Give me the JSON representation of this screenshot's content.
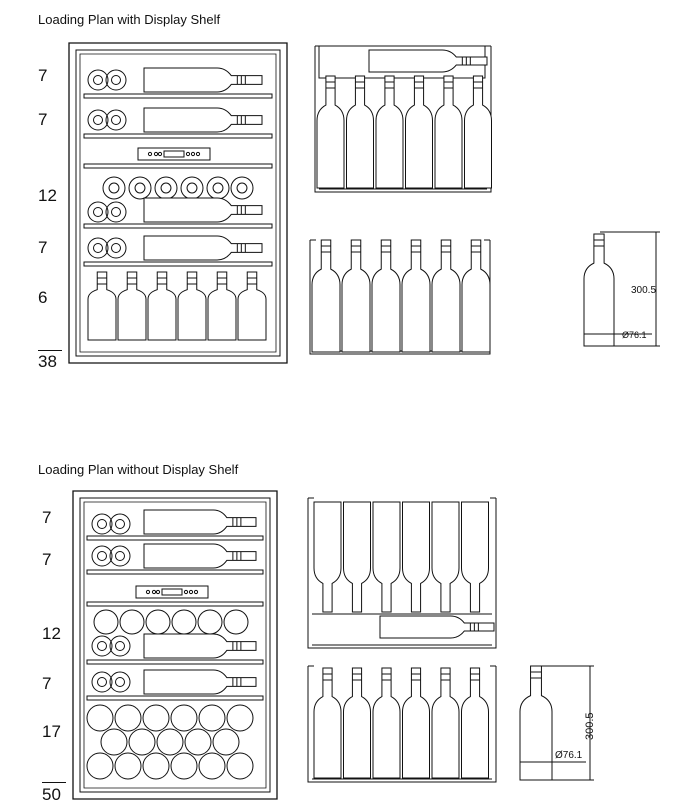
{
  "sections": [
    {
      "title": "Loading Plan with Display Shelf",
      "counts": [
        "7",
        "7",
        "12",
        "7",
        "6"
      ],
      "total": "38",
      "bottle_dims": {
        "height": "300.5",
        "diameter": "Ø76.1"
      }
    },
    {
      "title": "Loading Plan without Display Shelf",
      "counts": [
        "7",
        "7",
        "12",
        "7",
        "17"
      ],
      "total": "50",
      "bottle_dims": {
        "height": "300.5",
        "diameter": "Ø76.1"
      }
    }
  ]
}
